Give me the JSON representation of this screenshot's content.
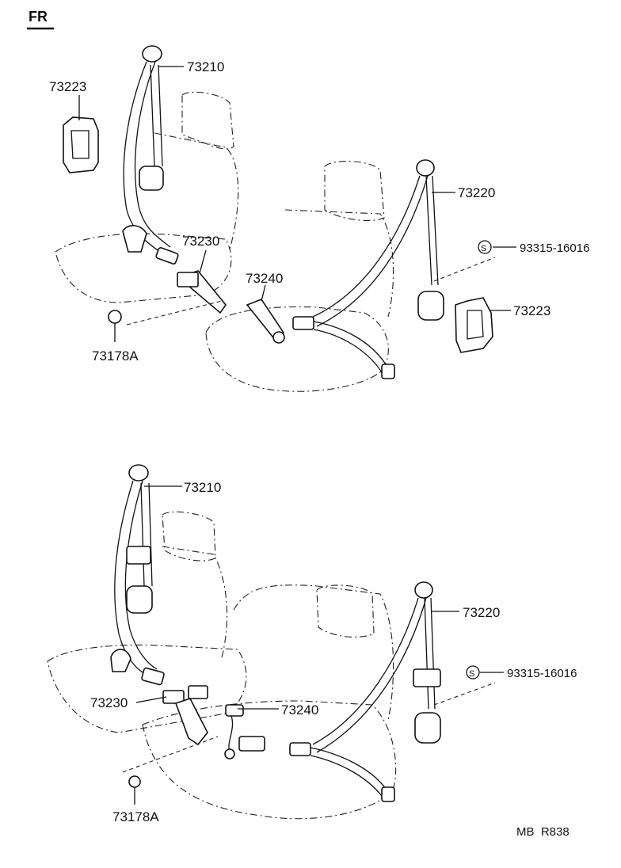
{
  "header": {
    "fr_label": "FR"
  },
  "top_view": {
    "part_73210": "73210",
    "part_73223_left": "73223",
    "part_73230": "73230",
    "part_73178a": "73178A",
    "part_73240": "73240",
    "part_73220": "73220",
    "part_93315": "93315-16016",
    "part_73223_right": "73223",
    "s_mark": "S"
  },
  "bottom_view": {
    "part_73210": "73210",
    "part_73220": "73220",
    "part_93315": "93315-16016",
    "part_73230": "73230",
    "part_73240": "73240",
    "part_73178a": "73178A",
    "s_mark": "S"
  },
  "footer": {
    "code": "MB  R838"
  }
}
